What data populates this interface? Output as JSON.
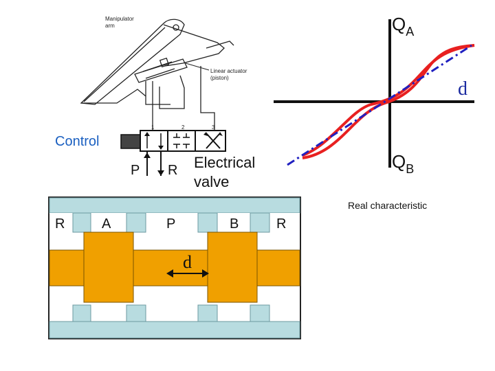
{
  "manipulator": {
    "arm_label_line1": "Manipulator",
    "arm_label_line2": "arm",
    "actuator_label_line1": "Linear actuator",
    "actuator_label_line2": "(piston)"
  },
  "valve_symbol": {
    "control_label": "Control",
    "port_p": "P",
    "port_r": "R",
    "title_line1": "Electrical",
    "title_line2": "valve",
    "num_1": "1",
    "num_2": "2",
    "num_3": "3"
  },
  "valve_section": {
    "port_labels": [
      "R",
      "A",
      "P",
      "B",
      "R"
    ],
    "displacement_label": "d",
    "body_color": "#b8dce0",
    "spool_color": "#f0a000"
  },
  "characteristic": {
    "label_qa_main": "Q",
    "label_qa_sub": "A",
    "label_qb_main": "Q",
    "label_qb_sub": "B",
    "label_d": "d",
    "caption": "Real characteristic",
    "curve_color": "#e82020",
    "ideal_color": "#2020c0"
  }
}
